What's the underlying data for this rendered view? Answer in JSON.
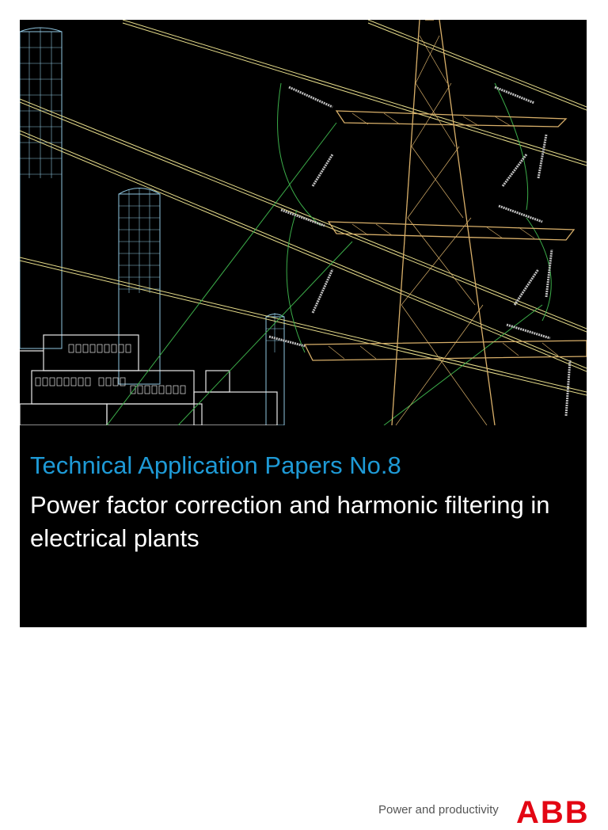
{
  "cover": {
    "title": "Technical Application Papers No.8",
    "subtitle": "Power factor correction and harmonic filtering in electrical plants"
  },
  "footer": {
    "tagline": "Power and productivity",
    "logo_text": "ABB"
  },
  "colors": {
    "background": "#000000",
    "title_blue": "#1e9ad6",
    "subtitle_white": "#ffffff",
    "tower_tan": "#d9b06a",
    "wire_yellow": "#e6dc8a",
    "wire_green": "#3cae4a",
    "building_white": "#e8e8e8",
    "chimney_blue": "#8fc6e0",
    "logo_red": "#e30613"
  }
}
